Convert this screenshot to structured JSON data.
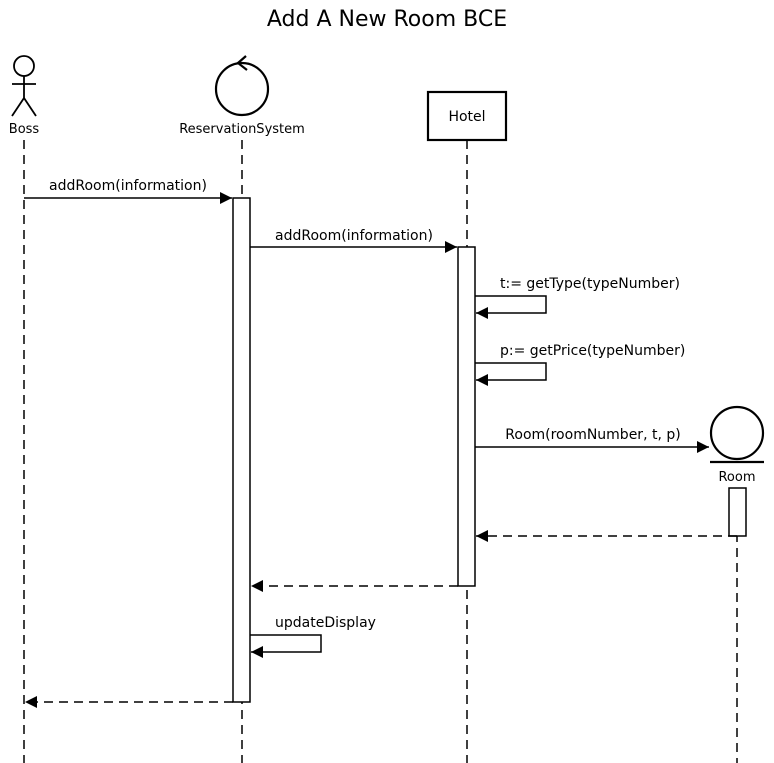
{
  "title": "Add A New Room BCE",
  "participants": {
    "boss": "Boss",
    "system": "ReservationSystem",
    "hotel": "Hotel",
    "room": "Room"
  },
  "messages": {
    "m1": "addRoom(information)",
    "m2": "addRoom(information)",
    "m3": "t:= getType(typeNumber)",
    "m4": "p:= getPrice(typeNumber)",
    "m5": "Room(roomNumber, t, p)",
    "m6": "updateDisplay"
  }
}
